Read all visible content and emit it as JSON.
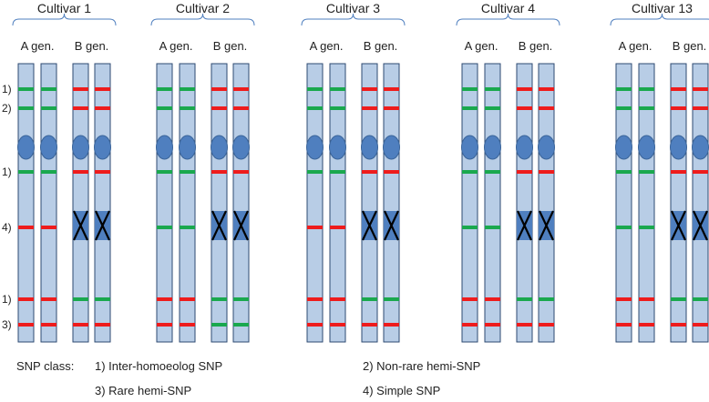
{
  "cultivars": [
    {
      "label": "Cultivar 1",
      "a_label": "A gen.",
      "b_label": "B gen."
    },
    {
      "label": "Cultivar 2",
      "a_label": "A gen.",
      "b_label": "B gen."
    },
    {
      "label": "Cultivar 3",
      "a_label": "A gen.",
      "b_label": "B gen."
    },
    {
      "label": "Cultivar 4",
      "a_label": "A gen.",
      "b_label": "B gen."
    },
    {
      "label": "Cultivar 13",
      "a_label": "A gen.",
      "b_label": "B gen."
    }
  ],
  "row_labels": [
    "1)",
    "2)",
    "1)",
    "4)",
    "1)",
    "3)"
  ],
  "marker_colors": {
    "G": "#1aa84e",
    "R": "#ee1c1c"
  },
  "chromosome_fill": "#b8cde6",
  "centromere_fill": "#4f7fbf",
  "markers": [
    [
      [
        "G",
        "G",
        "R",
        "R"
      ],
      [
        "G",
        "G",
        "R",
        "R"
      ],
      [
        "G",
        "G",
        "R",
        "R"
      ],
      [
        "G",
        "G",
        "R",
        "R"
      ],
      [
        "G",
        "G",
        "R",
        "R"
      ]
    ],
    [
      [
        "G",
        "G",
        "R",
        "R"
      ],
      [
        "G",
        "G",
        "R",
        "R"
      ],
      [
        "G",
        "G",
        "R",
        "R"
      ],
      [
        "G",
        "G",
        "R",
        "R"
      ],
      [
        "G",
        "G",
        "R",
        "R"
      ]
    ],
    [
      [
        "G",
        "G",
        "R",
        "R"
      ],
      [
        "G",
        "G",
        "R",
        "R"
      ],
      [
        "G",
        "G",
        "R",
        "R"
      ],
      [
        "G",
        "G",
        "R",
        "R"
      ],
      [
        "G",
        "G",
        "R",
        "R"
      ]
    ],
    [
      [
        "R",
        "R",
        "X",
        "X"
      ],
      [
        "G",
        "G",
        "X",
        "X"
      ],
      [
        "R",
        "R",
        "X",
        "X"
      ],
      [
        "G",
        "G",
        "X",
        "X"
      ],
      [
        "G",
        "G",
        "X",
        "X"
      ]
    ],
    [
      [
        "R",
        "R",
        "G",
        "G"
      ],
      [
        "R",
        "R",
        "G",
        "G"
      ],
      [
        "R",
        "R",
        "G",
        "G"
      ],
      [
        "R",
        "R",
        "G",
        "G"
      ],
      [
        "R",
        "R",
        "G",
        "G"
      ]
    ],
    [
      [
        "R",
        "R",
        "R",
        "R"
      ],
      [
        "R",
        "R",
        "G",
        "G"
      ],
      [
        "R",
        "R",
        "R",
        "R"
      ],
      [
        "R",
        "R",
        "R",
        "R"
      ],
      [
        "R",
        "R",
        "R",
        "R"
      ]
    ]
  ],
  "legend": {
    "title": "SNP class:",
    "items": [
      "1) Inter-homoeolog SNP",
      "2) Non-rare hemi-SNP",
      "3) Rare hemi-SNP",
      "4) Simple SNP"
    ]
  }
}
